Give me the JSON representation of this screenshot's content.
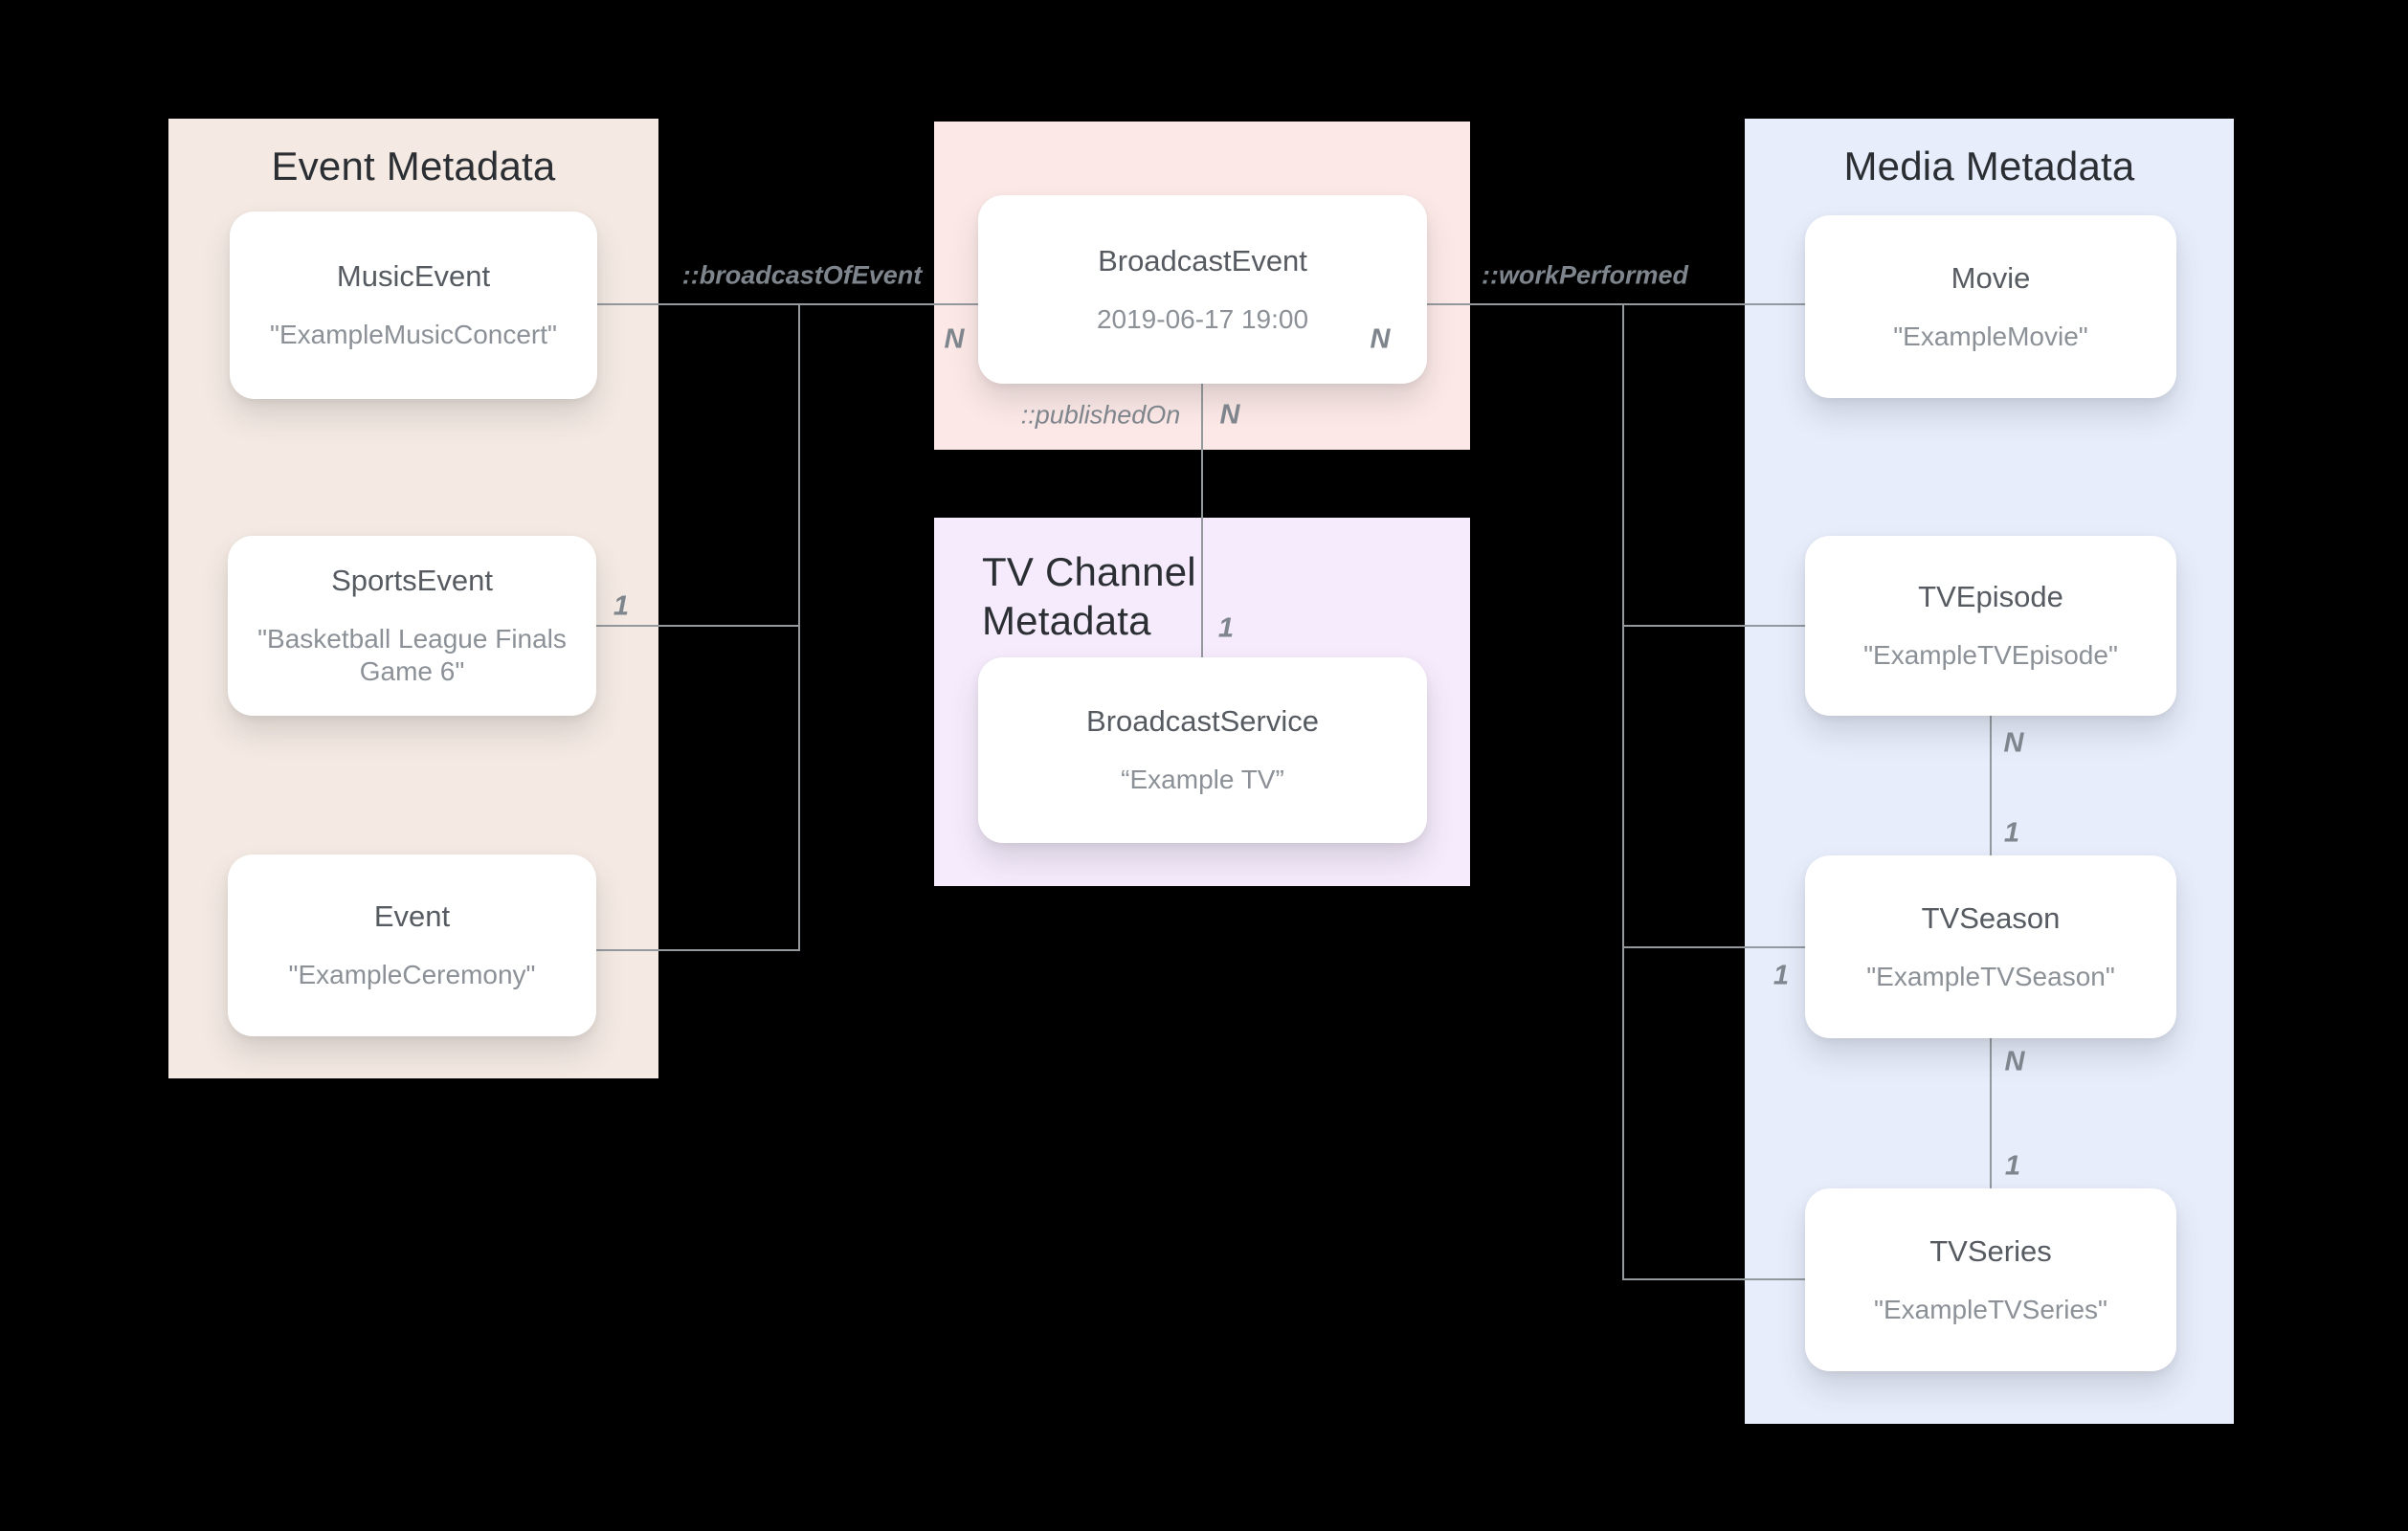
{
  "diagram": {
    "panels": {
      "event": {
        "title": "Event Metadata"
      },
      "broadcast": {
        "title": ""
      },
      "tv_channel": {
        "title": "TV Channel Metadata"
      },
      "media": {
        "title": "Media Metadata"
      }
    },
    "nodes": {
      "music_event": {
        "name": "MusicEvent",
        "value": "\"ExampleMusicConcert\""
      },
      "sports_event": {
        "name": "SportsEvent",
        "value": "\"Basketball League Finals Game 6\""
      },
      "event": {
        "name": "Event",
        "value": "\"ExampleCeremony\""
      },
      "broadcast_event": {
        "name": "BroadcastEvent",
        "value": "2019-06-17 19:00"
      },
      "broadcast_service": {
        "name": "BroadcastService",
        "value": "“Example TV”"
      },
      "movie": {
        "name": "Movie",
        "value": "\"ExampleMovie\""
      },
      "tv_episode": {
        "name": "TVEpisode",
        "value": "\"ExampleTVEpisode\""
      },
      "tv_season": {
        "name": "TVSeason",
        "value": "\"ExampleTVSeason\""
      },
      "tv_series": {
        "name": "TVSeries",
        "value": "\"ExampleTVSeries\""
      }
    },
    "edges": {
      "broadcast_of_event": "::broadcastOfEvent",
      "work_performed": "::workPerformed",
      "published_on": "::publishedOn",
      "cardinalities": {
        "left_n": "N",
        "right_n": "N",
        "published_n": "N",
        "published_1": "1",
        "sports_1": "1",
        "season_1": "1",
        "ep_season_n": "N",
        "ep_season_1": "1",
        "season_series_n": "N",
        "season_series_1": "1"
      }
    },
    "colors": {
      "background": "#000000",
      "event_panel": "#f4eae3",
      "broadcast_panel": "#fce9e7",
      "tv_channel_panel": "#f5ebfc",
      "media_panel": "#e7edfb",
      "card": "#ffffff",
      "line": "#94999e",
      "title_text": "#2b2f33",
      "name_text": "#565b61",
      "value_text": "#8b9197"
    }
  }
}
